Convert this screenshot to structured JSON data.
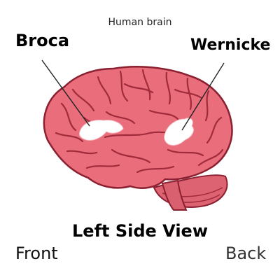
{
  "title": "Human brain",
  "labels": {
    "broca": "Broca",
    "wernicke": "Wernicke"
  },
  "view_label": "Left Side View",
  "orientation": {
    "front": "Front",
    "back": "Back"
  },
  "colors": {
    "brain_fill": "#e96d7b",
    "brain_fold": "#a02b3b",
    "brain_outline": "#8a2030",
    "cerebellum": "#dd6272",
    "area_highlight": "#ffffff"
  }
}
